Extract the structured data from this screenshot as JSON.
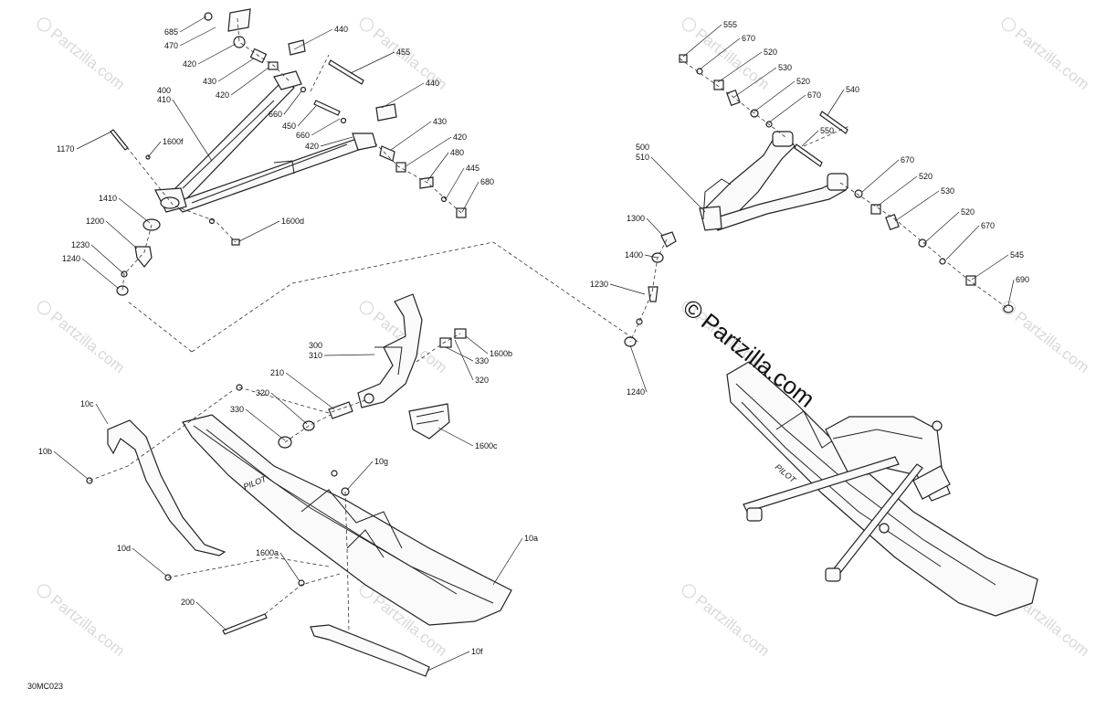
{
  "diagram": {
    "code": "30MC023",
    "watermark": "© Partzilla.com",
    "watermark_symbol": "©",
    "brand": "Partzilla.com",
    "ski_decal": "PILOT",
    "callouts": [
      "685",
      "470",
      "420",
      "430",
      "420",
      "400",
      "410",
      "440",
      "455",
      "440",
      "660",
      "450",
      "660",
      "420",
      "430",
      "420",
      "480",
      "445",
      "680",
      "1170",
      "1600f",
      "1410",
      "1200",
      "1600d",
      "1230",
      "1240",
      "300",
      "310",
      "1600b",
      "330",
      "320",
      "210",
      "320",
      "330",
      "1600c",
      "10c",
      "10b",
      "10g",
      "10d",
      "1600a",
      "10a",
      "200",
      "10f",
      "555",
      "670",
      "520",
      "530",
      "520",
      "670",
      "540",
      "500",
      "510",
      "550",
      "670",
      "520",
      "530",
      "520",
      "670",
      "545",
      "690",
      "1300",
      "1400",
      "1230",
      "1240"
    ]
  }
}
